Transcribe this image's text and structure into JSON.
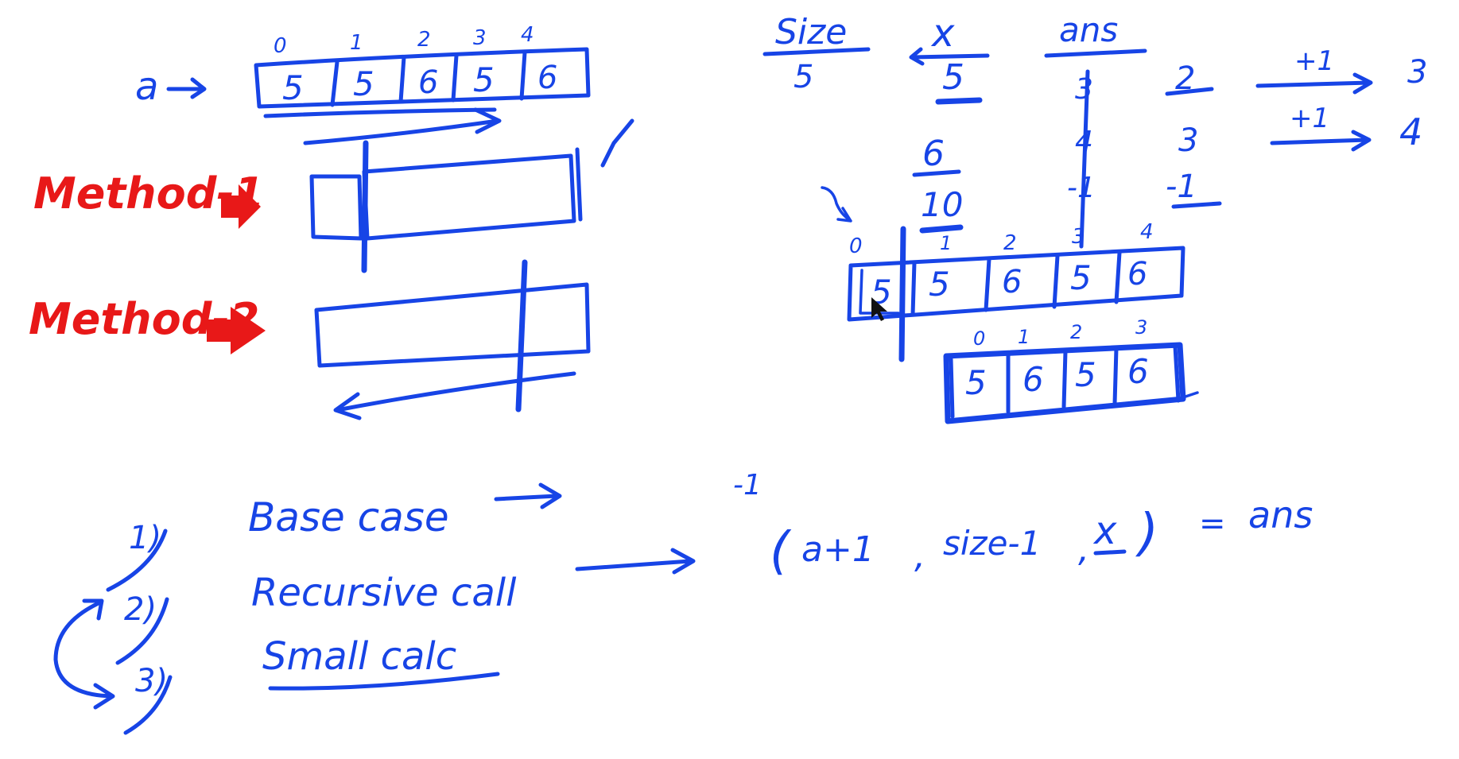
{
  "colors": {
    "ink": "#1744e6",
    "accent": "#e81818",
    "background": "#ffffff"
  },
  "array_top": {
    "name": "a",
    "indices": [
      "0",
      "1",
      "2",
      "3",
      "4"
    ],
    "values": [
      "5",
      "5",
      "6",
      "5",
      "6"
    ]
  },
  "method1": {
    "label": "Method-1"
  },
  "method2": {
    "label": "Method-2"
  },
  "table": {
    "headers": {
      "size": "Size",
      "x": "x",
      "ans": "ans"
    },
    "size_value": "5",
    "x_values": [
      "5",
      "6",
      "10"
    ],
    "ans_struck": [
      "3",
      "4",
      "-1"
    ],
    "ans_values": [
      "2",
      "3",
      "-1"
    ],
    "steps": [
      {
        "op": "+1",
        "result": "3"
      },
      {
        "op": "+1",
        "result": "4"
      }
    ]
  },
  "array_mid": {
    "indices": [
      "0",
      "1",
      "2",
      "3",
      "4"
    ],
    "values": [
      "5",
      "5",
      "6",
      "5",
      "6"
    ]
  },
  "array_sub": {
    "indices": [
      "0",
      "1",
      "2",
      "3"
    ],
    "values": [
      "5",
      "6",
      "5",
      "6"
    ]
  },
  "steps_list": {
    "numbers": [
      "1)",
      "2)",
      "3)"
    ],
    "items": [
      "Base case",
      "Recursive call",
      "Small calc"
    ]
  },
  "recursive_expr": {
    "minus_one": "-1",
    "open": "(",
    "arg1": "a+1",
    "sep1": ",",
    "arg2": "size-1",
    "sep2": ",",
    "arg3": "x",
    "close": ")",
    "equals": "=",
    "result": "ans"
  }
}
